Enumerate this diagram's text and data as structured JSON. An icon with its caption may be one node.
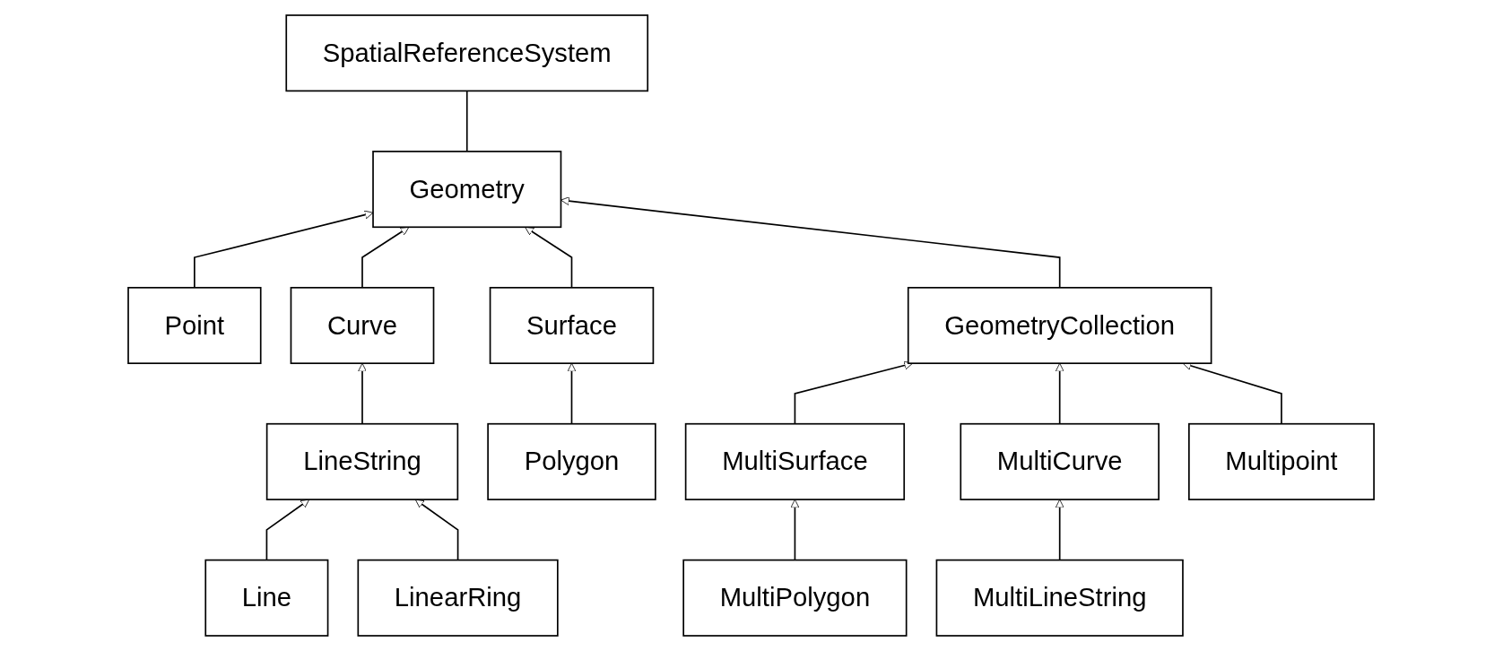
{
  "diagram": {
    "nodes": [
      {
        "text": [
          "Geometry"
        ]
      },
      {
        "text": [
          "SpatialReferenceSystem"
        ]
      },
      {
        "text": [
          "Point"
        ]
      },
      {
        "text": [
          "Curve"
        ]
      },
      {
        "text": [
          "Surface"
        ]
      },
      {
        "text": [
          "GeometryCollection"
        ]
      },
      {
        "text": [
          "LineString"
        ]
      },
      {
        "text": [
          "Polygon"
        ]
      },
      {
        "text": [
          "MultiSurface"
        ]
      },
      {
        "text": [
          "MultiCurve"
        ]
      },
      {
        "text": [
          "Multipoint"
        ]
      },
      {
        "text": [
          "Line"
        ]
      },
      {
        "text": [
          "LinearRing"
        ]
      },
      {
        "text": [
          "MultiPolygon"
        ]
      },
      {
        "text": [
          "MultiLineString"
        ]
      }
    ],
    "edges": [
      {
        "from": 0,
        "to": 1,
        "arrow": "none"
      },
      {
        "from": 2,
        "to": 0,
        "arrow": "to"
      },
      {
        "from": 3,
        "to": 0,
        "arrow": "to"
      },
      {
        "from": 4,
        "to": 0,
        "arrow": "to"
      },
      {
        "from": 5,
        "to": 0,
        "arrow": "to"
      },
      {
        "from": 6,
        "to": 3,
        "arrow": "to"
      },
      {
        "from": 7,
        "to": 4,
        "arrow": "to"
      },
      {
        "from": 8,
        "to": 5,
        "arrow": "to"
      },
      {
        "from": 9,
        "to": 5,
        "arrow": "to"
      },
      {
        "from": 10,
        "to": 5,
        "arrow": "to"
      },
      {
        "from": 11,
        "to": 6,
        "arrow": "to"
      },
      {
        "from": 12,
        "to": 6,
        "arrow": "to"
      },
      {
        "from": 13,
        "to": 8,
        "arrow": "to"
      },
      {
        "from": 14,
        "to": 9,
        "arrow": "to"
      }
    ]
  }
}
